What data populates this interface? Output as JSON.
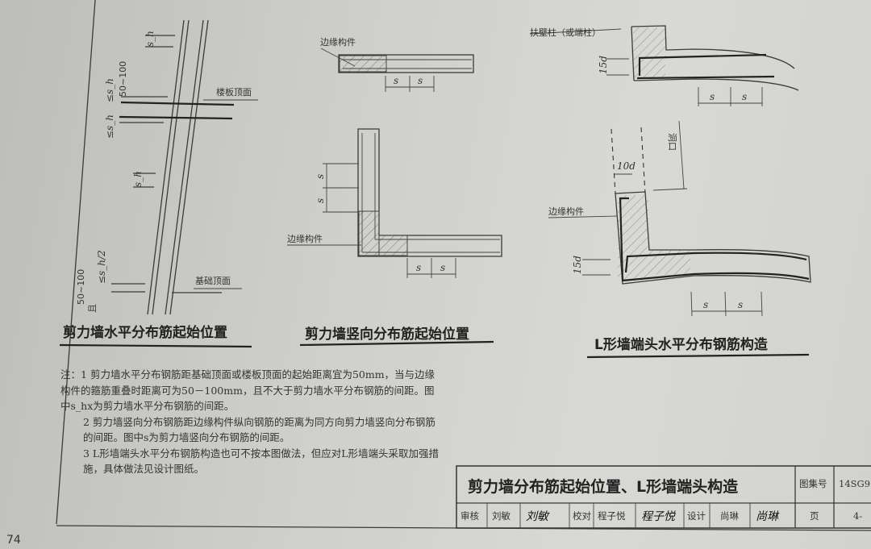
{
  "page_number": "74",
  "figures": {
    "fig1": {
      "caption": "剪力墙水平分布筋起始位置",
      "labels": {
        "floor_top": "楼板顶面",
        "foundation_top": "基础顶面",
        "range": "50~100",
        "range_bottom": "50~100",
        "and": "且",
        "s_h": "s_h",
        "s_h_le": "≤s_h",
        "s_h_half": "≤s_h/2"
      }
    },
    "fig2": {
      "caption": "剪力墙竖向分布筋起始位置",
      "labels": {
        "edge_member": "边缘构件",
        "s": "s"
      }
    },
    "fig3": {
      "caption": "L形墙端头水平分布钢筋构造",
      "labels": {
        "buttress": "扶壁柱（或端柱）",
        "edge_member": "边缘构件",
        "opening": "洞口",
        "d15": "15d",
        "d10": "10d",
        "s": "s"
      }
    }
  },
  "notes": {
    "prefix": "注：",
    "items": [
      "1  剪力墙水平分布钢筋距基础顶面或楼板顶面的起始距离宜为50mm，当与边缘构件的箍筋重叠时距离可为50－100mm，且不大于剪力墙水平分布钢筋的间距。图中s_hx为剪力墙水平分布钢筋的间距。",
      "2  剪力墙竖向分布钢筋距边缘构件纵向钢筋的距离为同方向剪力墙竖向分布钢筋的间距。图中s为剪力墙竖向分布钢筋的间距。",
      "3  L形墙端头水平分布钢筋构造也可不按本图做法，但应对L形墙端头采取加强措施，具体做法见设计图纸。"
    ]
  },
  "title_block": {
    "title": "剪力墙分布筋起始位置、L形墙端头构造",
    "atlas_label": "图集号",
    "atlas_no": "14SG9…",
    "review_label": "审核",
    "reviewer": "刘敏",
    "reviewer_sig": "刘敏",
    "check_label": "校对",
    "checker": "程子悦",
    "checker_sig": "程子悦",
    "design_label": "设计",
    "designer": "尚琳",
    "designer_sig": "尚琳",
    "page_label": "页",
    "page_no": "4-"
  }
}
